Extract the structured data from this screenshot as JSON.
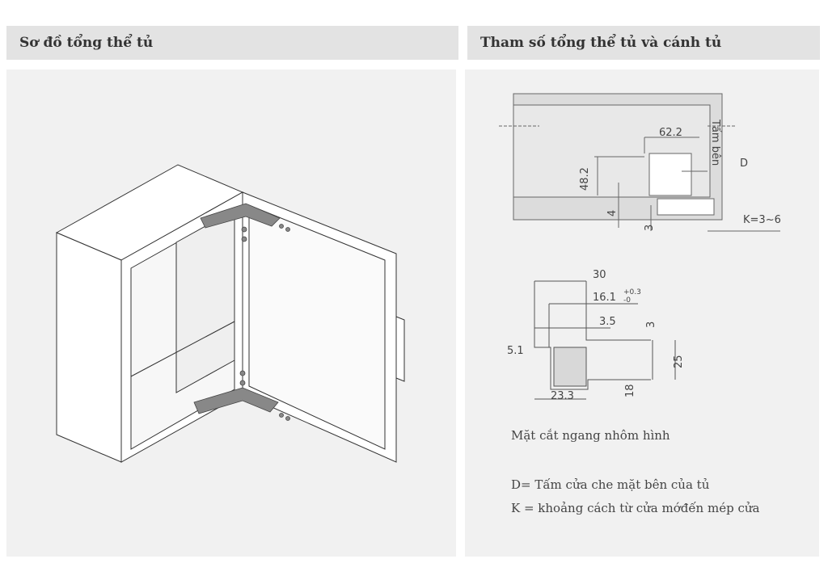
{
  "left_section": {
    "title": "Sơ đồ tổng thể tủ"
  },
  "right_section": {
    "title": "Tham số tổng thể tủ và cánh tủ"
  },
  "top_drawing": {
    "dim_62_2": "62.2",
    "dim_48_2": "48.2",
    "dim_4": "4",
    "dim_3": "3",
    "label_D": "D",
    "label_K": "K=3~6",
    "label_side_panel": "Tấm bên"
  },
  "profile_drawing": {
    "dim_30": "30",
    "dim_16_1": "16.1",
    "tol_plus": "+0.3",
    "tol_minus": "-0",
    "dim_3_5": "3.5",
    "dim_3": "3",
    "dim_5_1": "5.1",
    "dim_25": "25",
    "dim_23_3": "23.3",
    "dim_18": "18"
  },
  "notes": {
    "caption": "Mặt cắt ngang nhôm hình",
    "d_def": "D= Tấm cửa che mặt bên của tủ",
    "k_def": "K = khoảng cách từ cửa mớđến mép cửa"
  },
  "colors": {
    "header_bg": "#e3e3e3",
    "panel_bg": "#f1f1f1",
    "line": "#555555"
  }
}
